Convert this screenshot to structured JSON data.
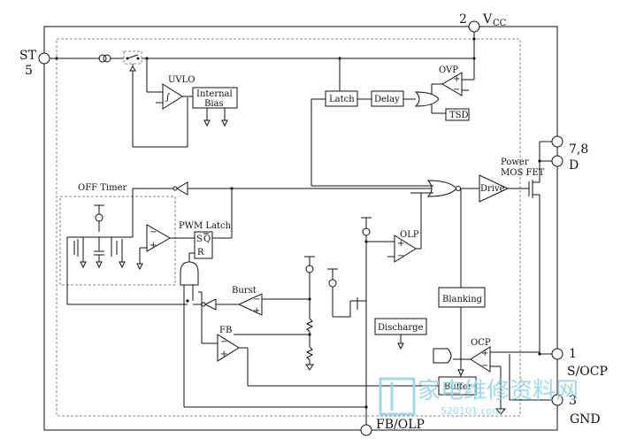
{
  "pins": {
    "st": "ST",
    "st_num": "5",
    "vcc_num": "2",
    "vcc": "V",
    "vcc_sub": "CC",
    "drain_num": "7,8",
    "drain": "D",
    "socp_num": "1",
    "socp": "S/OCP",
    "gnd_num": "3",
    "gnd": "GND",
    "fbolp": "FB/OLP"
  },
  "blocks": {
    "uvlo": "UVLO",
    "internal_bias_1": "Internal",
    "internal_bias_2": "Bias",
    "ovp": "OVP",
    "latch": "Latch",
    "delay": "Delay",
    "tsd": "TSD",
    "power_mosfet_1": "Power",
    "power_mosfet_2": "MOS FET",
    "off_timer": "OFF Timer",
    "pwm_latch": "PWM Latch",
    "latch_s": "S",
    "latch_q": "Q",
    "latch_r": "R",
    "drive": "Drive",
    "olp": "OLP",
    "burst": "Burst",
    "blanking": "Blanking",
    "fb": "FB",
    "discharge": "Discharge",
    "ocp": "OCP",
    "buffer": "Buffer"
  },
  "watermark": {
    "text": "家电维修资料网",
    "url": "520101.com"
  },
  "colors": {
    "line": "#111111",
    "dashed_border": "#666666",
    "watermark": "#8fd3e6"
  }
}
